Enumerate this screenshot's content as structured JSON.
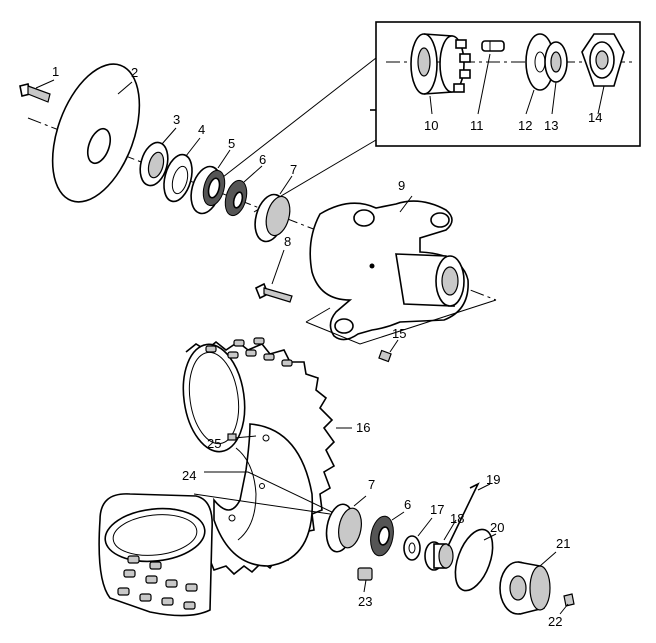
{
  "callouts": [
    {
      "id": "c1",
      "text": "1"
    },
    {
      "id": "c2",
      "text": "2"
    },
    {
      "id": "c3",
      "text": "3"
    },
    {
      "id": "c4",
      "text": "4"
    },
    {
      "id": "c5",
      "text": "5"
    },
    {
      "id": "c6a",
      "text": "6"
    },
    {
      "id": "c7a",
      "text": "7"
    },
    {
      "id": "c8",
      "text": "8"
    },
    {
      "id": "c9",
      "text": "9"
    },
    {
      "id": "c10",
      "text": "10"
    },
    {
      "id": "c11",
      "text": "11"
    },
    {
      "id": "c12",
      "text": "12"
    },
    {
      "id": "c13",
      "text": "13"
    },
    {
      "id": "c14",
      "text": "14"
    },
    {
      "id": "c15",
      "text": "15"
    },
    {
      "id": "c16",
      "text": "16"
    },
    {
      "id": "c17",
      "text": "17"
    },
    {
      "id": "c18",
      "text": "18"
    },
    {
      "id": "c19",
      "text": "19"
    },
    {
      "id": "c20",
      "text": "20"
    },
    {
      "id": "c21",
      "text": "21"
    },
    {
      "id": "c22",
      "text": "22"
    },
    {
      "id": "c23",
      "text": "23"
    },
    {
      "id": "c24",
      "text": "24"
    },
    {
      "id": "c25",
      "text": "25"
    },
    {
      "id": "c6b",
      "text": "6"
    },
    {
      "id": "c7b",
      "text": "7"
    }
  ]
}
